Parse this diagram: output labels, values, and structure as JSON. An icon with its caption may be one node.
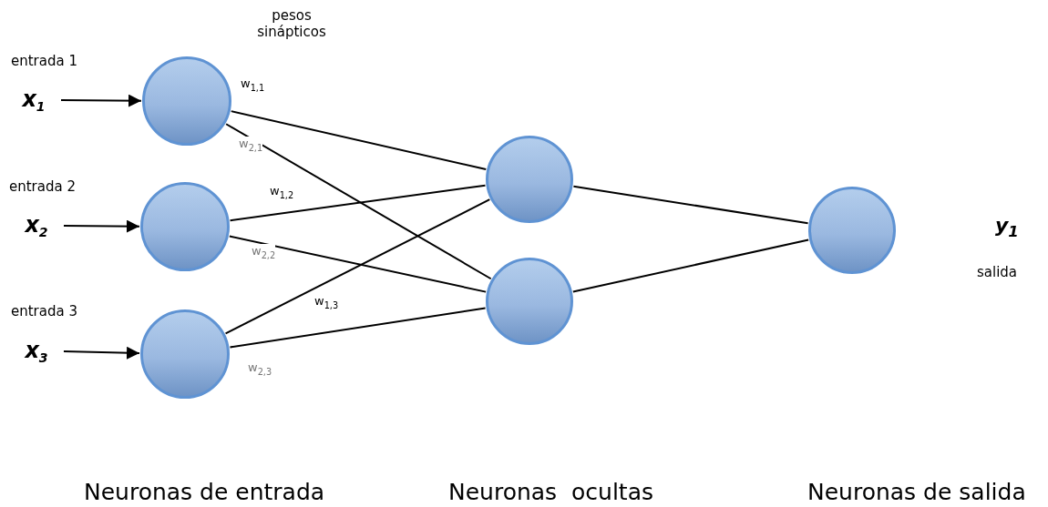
{
  "diagram": {
    "nodes": [
      {
        "text": [
          "x$_{1}$"
        ]
      },
      {
        "text": [
          "x$_{2}$"
        ]
      },
      {
        "text": [
          "x$_{3}$"
        ]
      },
      {
        "text": [],
        "shape": "circle"
      },
      {
        "text": [],
        "shape": "circle"
      },
      {
        "text": [],
        "shape": "circle"
      },
      {
        "text": [],
        "shape": "circle"
      },
      {
        "text": [],
        "shape": "circle"
      },
      {
        "text": [],
        "shape": "circle"
      }
    ],
    "edges": [
      {
        "from": 0,
        "to": 3,
        "arrow": "to"
      },
      {
        "from": 1,
        "to": 4,
        "arrow": "to"
      },
      {
        "from": 2,
        "to": 5,
        "arrow": "to"
      },
      {
        "from": 3,
        "to": 6,
        "arrow": "none"
      },
      {
        "from": 3,
        "to": 7,
        "arrow": "none"
      },
      {
        "from": 4,
        "to": 6,
        "arrow": "none"
      },
      {
        "from": 4,
        "to": 7,
        "arrow": "none"
      },
      {
        "from": 5,
        "to": 6,
        "arrow": "none"
      },
      {
        "from": 5,
        "to": 7,
        "arrow": "none"
      },
      {
        "from": 6,
        "to": 8,
        "arrow": "none"
      },
      {
        "from": 7,
        "to": 8,
        "arrow": "none"
      }
    ],
    "labels": [
      "pesos sinápticos",
      "entrada 1",
      "w$_{1,1}$",
      "w$_{2,1}$",
      "entrada 2",
      "w$_{1,2}$",
      "w$_{2,2}$",
      "y$_{1}$",
      "salida",
      "entrada 3",
      "w$_{1,3}$",
      "w$_{2,3}$",
      "Neuronas de entrada",
      "Neuronas  ocultas",
      "Neuronas de salida"
    ]
  }
}
